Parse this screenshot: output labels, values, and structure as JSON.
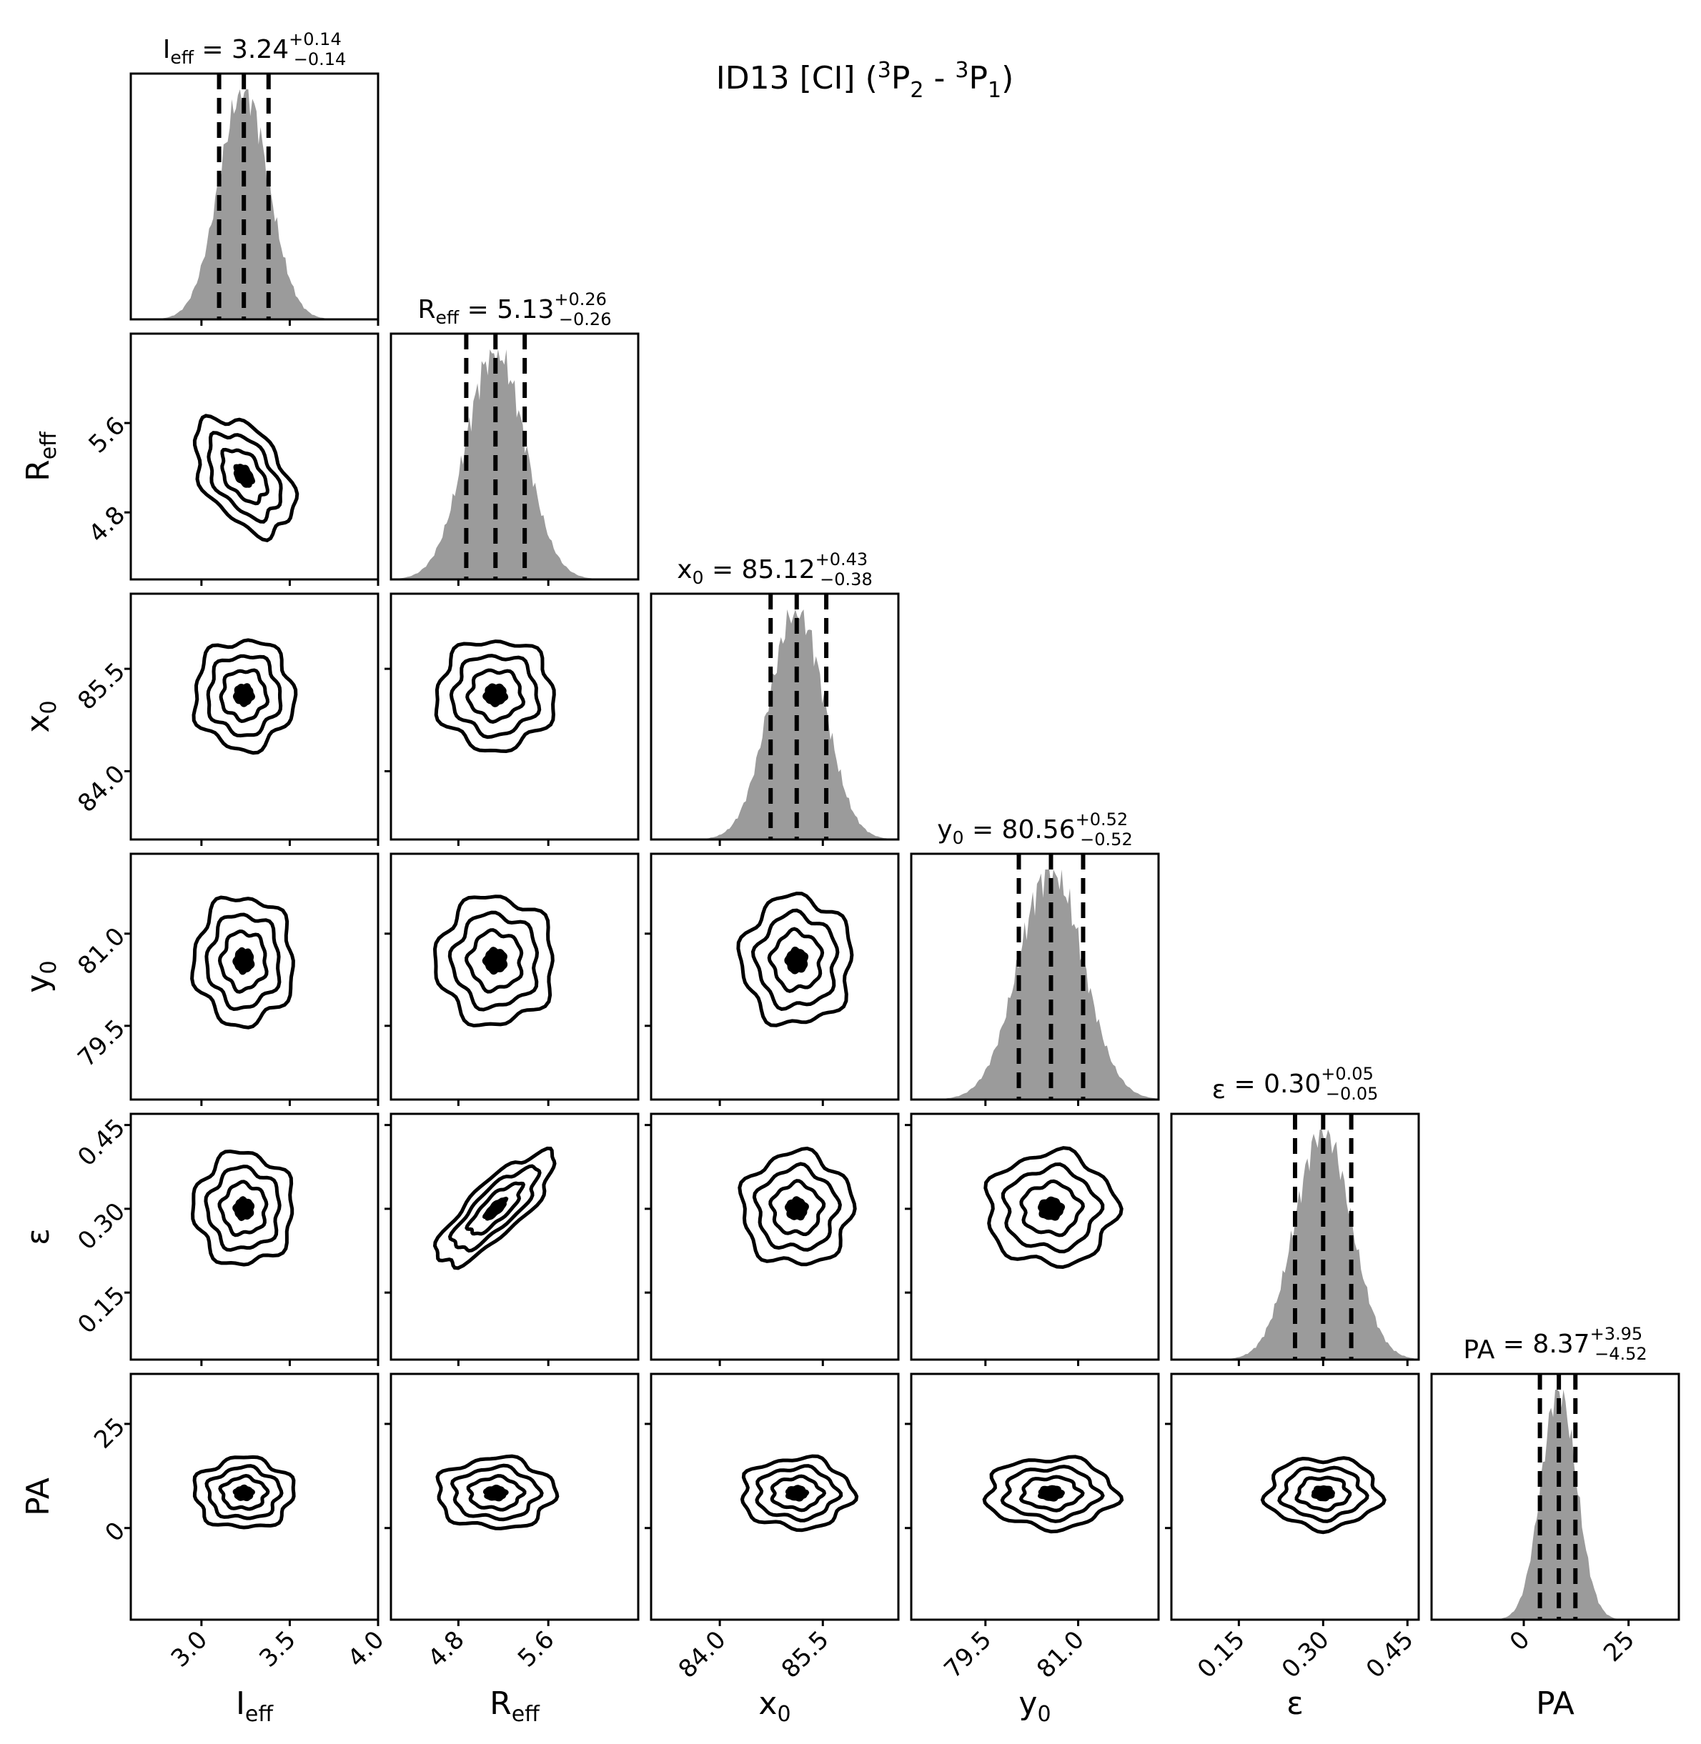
{
  "title": {
    "prefix": "ID13 [CI] (",
    "sup1": "3",
    "mid1": "P",
    "sub1": "2",
    "mid2": " - ",
    "sup2": "3",
    "mid3": "P",
    "sub2": "1",
    "suffix": ")"
  },
  "chart_data": {
    "type": "corner",
    "parameters": [
      {
        "key": "Ieff",
        "label_main": "I",
        "label_sub": "eff",
        "range": [
          2.6,
          4.0
        ],
        "ticks": [
          3.0,
          3.5,
          4.0
        ],
        "tick_labels": [
          "3.0",
          "3.5",
          "4.0"
        ],
        "median": 3.24,
        "err_plus": 0.14,
        "err_minus": 0.14,
        "title_value": "3.24",
        "title_plus": "+0.14",
        "title_minus": "−0.14",
        "sigma": 0.14
      },
      {
        "key": "Reff",
        "label_main": "R",
        "label_sub": "eff",
        "range": [
          4.2,
          6.4
        ],
        "ticks": [
          4.8,
          5.6
        ],
        "tick_labels": [
          "4.8",
          "5.6"
        ],
        "median": 5.13,
        "err_plus": 0.26,
        "err_minus": 0.26,
        "title_value": "5.13",
        "title_plus": "+0.26",
        "title_minus": "−0.26",
        "sigma": 0.26
      },
      {
        "key": "x0",
        "label_main": "x",
        "label_sub": "0",
        "range": [
          83.0,
          86.6
        ],
        "ticks": [
          84.0,
          85.5
        ],
        "tick_labels": [
          "84.0",
          "85.5"
        ],
        "median": 85.12,
        "err_plus": 0.43,
        "err_minus": 0.38,
        "title_value": "85.12",
        "title_plus": "+0.43",
        "title_minus": "−0.38",
        "sigma": 0.4
      },
      {
        "key": "y0",
        "label_main": "y",
        "label_sub": "0",
        "range": [
          78.3,
          82.3
        ],
        "ticks": [
          79.5,
          81.0
        ],
        "tick_labels": [
          "79.5",
          "81.0"
        ],
        "median": 80.56,
        "err_plus": 0.52,
        "err_minus": 0.52,
        "title_value": "80.56",
        "title_plus": "+0.52",
        "title_minus": "−0.52",
        "sigma": 0.52
      },
      {
        "key": "eps",
        "label_main": "ε",
        "label_sub": "",
        "range": [
          0.03,
          0.47
        ],
        "ticks": [
          0.15,
          0.3,
          0.45
        ],
        "tick_labels": [
          "0.15",
          "0.30",
          "0.45"
        ],
        "median": 0.3,
        "err_plus": 0.05,
        "err_minus": 0.05,
        "title_value": "0.30",
        "title_plus": "+0.05",
        "title_minus": "−0.05",
        "sigma": 0.05
      },
      {
        "key": "PA",
        "label_main": "PA",
        "label_sub": "",
        "range": [
          -22.0,
          37.0
        ],
        "ticks": [
          0,
          25
        ],
        "tick_labels": [
          "0",
          "25"
        ],
        "median": 8.37,
        "err_plus": 3.95,
        "err_minus": 4.52,
        "title_value": "8.37",
        "title_plus": "+3.95",
        "title_minus": "−4.52",
        "sigma": 4.2
      }
    ],
    "correlations": {
      "1-0": -0.45,
      "4-1": 0.8
    },
    "contour_levels": [
      "core",
      "0.5-sigma",
      "1-sigma",
      "1.5-sigma"
    ],
    "quantile_lines": "dashed",
    "histogram_fill": "#9b9b9b",
    "contour_color": "#000000"
  }
}
